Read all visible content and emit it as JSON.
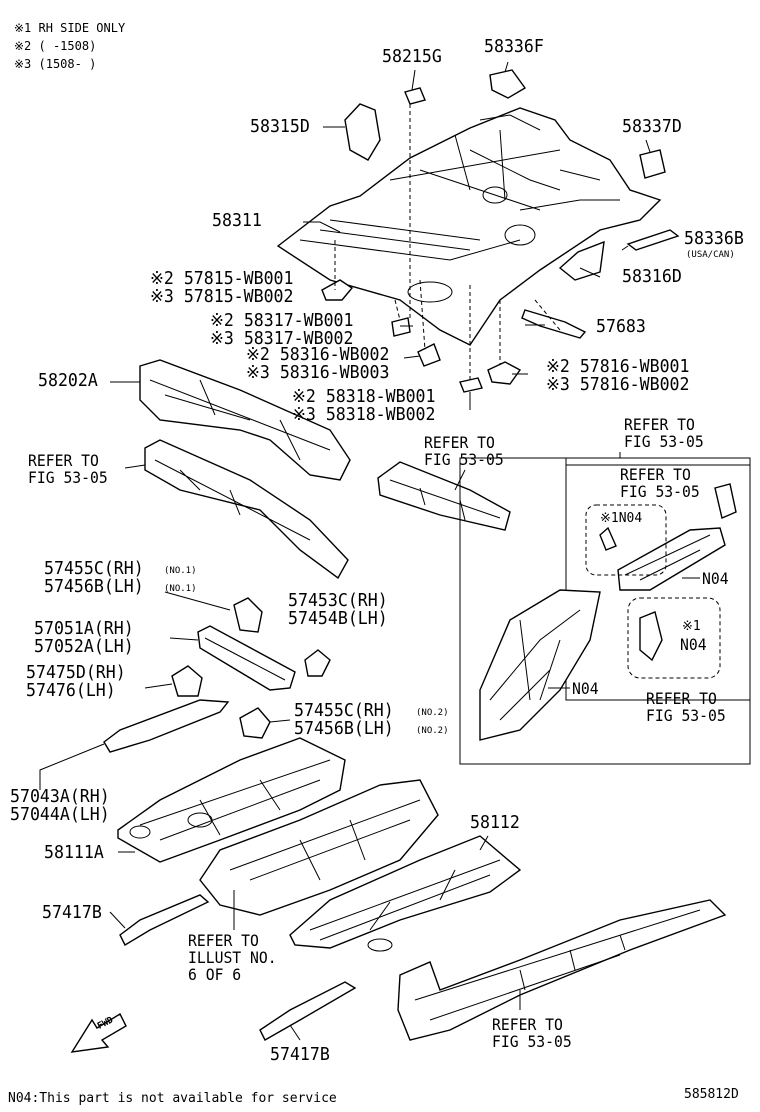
{
  "notes": {
    "n1": "※1 RH SIDE ONLY",
    "n2": "※2 (       -1508)",
    "n3": "※3 (1508-       )"
  },
  "labels": {
    "p58215G": "58215G",
    "p58336F": "58336F",
    "p58315D": "58315D",
    "p58337D": "58337D",
    "p58311": "58311",
    "p58336B": "58336B",
    "p58336B_sub": "(USA/CAN)",
    "p58316D": "58316D",
    "p57815_1": "※2 57815-WB001",
    "p57815_2": "※3 57815-WB002",
    "p57683": "57683",
    "p58317_1": "※2 58317-WB001",
    "p58317_2": "※3 58317-WB002",
    "p58316_1": "※2 58316-WB002",
    "p58316_2": "※3 58316-WB003",
    "p57816_1": "※2  57816-WB001",
    "p57816_2": "※3  57816-WB002",
    "p58202A": "58202A",
    "p58318_1": "※2 58318-WB001",
    "p58318_2": "※3 58318-WB002",
    "ref_top_right_1": "REFER TO",
    "ref_top_right_2": "FIG 53-05",
    "ref_left_1": "REFER TO",
    "ref_left_2": "FIG 53-05",
    "ref_center_1": "REFER TO",
    "ref_center_2": "FIG 53-05",
    "ref_inner_1": "REFER TO",
    "ref_inner_2": "FIG 53-05",
    "n04_a": "※1N04",
    "n04_b": "N04",
    "n04_c": "※1",
    "n04_c2": "N04",
    "n04_d": "N04",
    "ref_box_bottom_1": "REFER TO",
    "ref_box_bottom_2": "FIG 53-05",
    "p57455C_1": "57455C(RH)",
    "p57456B_1": "57456B(LH)",
    "no1a": "(NO.1)",
    "no1b": "(NO.1)",
    "p57453C": "57453C(RH)",
    "p57454B": "57454B(LH)",
    "p57051A": "57051A(RH)",
    "p57052A": "57052A(LH)",
    "p57475D": "57475D(RH)",
    "p57476": "57476(LH)",
    "p57455C_2": "57455C(RH)",
    "p57456B_2": "57456B(LH)",
    "no2a": "(NO.2)",
    "no2b": "(NO.2)",
    "p57043A": "57043A(RH)",
    "p57044A": "57044A(LH)",
    "p58112": "58112",
    "p58111A": "58111A",
    "p57417B_a": "57417B",
    "ref_illust_1": "REFER TO",
    "ref_illust_2": "ILLUST NO.",
    "ref_illust_3": "6 OF 6",
    "p57417B_b": "57417B",
    "ref_bottom_1": "REFER TO",
    "ref_bottom_2": "FIG 53-05",
    "fwd": "FWD",
    "footer_note": "N04:This part is not available for service",
    "diagram_id": "585812D"
  }
}
